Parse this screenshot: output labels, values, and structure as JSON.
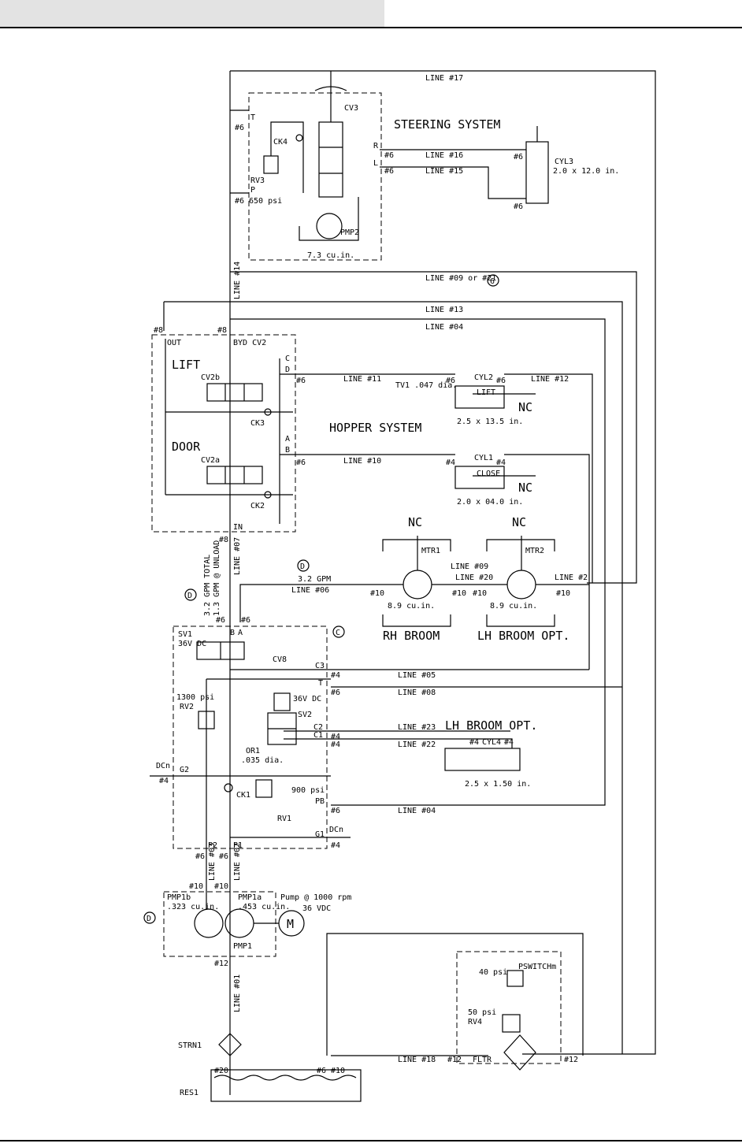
{
  "lines": {
    "l17": "LINE #17",
    "l16": "LINE #16",
    "l15": "LINE #15",
    "l14": "LINE #14",
    "l09_21": "LINE #09 or #21",
    "l13": "LINE #13",
    "l04a": "LINE #04",
    "l11": "LINE #11",
    "l12": "LINE #12",
    "l10": "LINE #10",
    "l07": "LINE #07",
    "l06": "LINE #06",
    "l09": "LINE #09",
    "l20": "LINE #20",
    "l2": "LINE #2",
    "l05": "LINE #05",
    "l08": "LINE #08",
    "l23": "LINE #23",
    "l22": "LINE #22",
    "l04b": "LINE #04",
    "l03": "LINE #03",
    "l02": "LINE #02",
    "l01": "LINE #01",
    "l18": "LINE #18"
  },
  "steering": {
    "title": "STEERING SYSTEM",
    "cv3": "CV3",
    "ck4": "CK4",
    "rv3": "RV3",
    "psi": "650 psi",
    "pmp2": "PMP2",
    "disp": "7.3 cu.in.",
    "t": "T",
    "p": "P",
    "r": "R",
    "l": "L",
    "cyl3": "CYL3",
    "cyl3_size": "2.0 x 12.0 in."
  },
  "hopper": {
    "title": "HOPPER SYSTEM",
    "out": "OUT",
    "byd": "BYD CV2",
    "lift": "LIFT",
    "door": "DOOR",
    "cv2b": "CV2b",
    "cv2a": "CV2a",
    "ck3": "CK3",
    "ck2": "CK2",
    "in": "IN",
    "c": "C",
    "d": "D",
    "a": "A",
    "b": "B",
    "tv1": "TV1 .047 dia.",
    "cyl2": "CYL2",
    "lift_lbl": "LIFT",
    "nc": "NC",
    "cyl2_size": "2.5 x 13.5 in.",
    "cyl1": "CYL1",
    "close": "CLOSE",
    "cyl1_size": "2.0 x 04.0 in."
  },
  "broom": {
    "mtr1": "MTR1",
    "mtr2": "MTR2",
    "disp": "8.9 cu.in.",
    "rh": "RH BROOM",
    "lh": "LH BROOM OPT.",
    "gpm32": "3.2 GPM",
    "total": "3.2 GPM TOTAL",
    "unload": "1.3 GPM @ UNLOAD"
  },
  "valve": {
    "sv1": "SV1",
    "v36": "36V DC",
    "cv8": "CV8",
    "b": "B",
    "a": "A",
    "c3": "C3",
    "t": "T",
    "psi1300": "1300 psi",
    "rv2": "RV2",
    "sv2": "SV2",
    "c2": "C2",
    "c1": "C1",
    "or1": "OR1",
    "or1dia": ".035 dia.",
    "g2": "G2",
    "dcn": "DCn",
    "ck1": "CK1",
    "psi900": "900 psi",
    "pb": "PB",
    "rv1": "RV1",
    "g1": "G1",
    "p2": "P2",
    "p1": "P1",
    "lhopt": "LH BROOM OPT.",
    "cyl4": "CYL4",
    "cyl4_size": "2.5 x 1.50 in."
  },
  "pump": {
    "pmp1b": "PMP1b",
    "pmp1b_disp": ".323 cu.in.",
    "pmp1a": "PMP1a",
    "pmp1a_disp": ".453 cu.in.",
    "speed": "Pump @ 1000 rpm",
    "volt": "36 VDC",
    "pmp1": "PMP1",
    "motor": "M"
  },
  "tank": {
    "strn1": "STRN1",
    "res1": "RES1",
    "pswitch": "PSWITCHm",
    "psi40": "40 psi",
    "psi50": "50 psi",
    "rv4": "RV4",
    "fltr": "FLTR"
  },
  "ports": {
    "n4": "#4",
    "n6": "#6",
    "n8": "#8",
    "n10": "#10",
    "n12": "#12",
    "n20": "#20"
  },
  "callouts": {
    "d": "D",
    "c": "C",
    "six": "6"
  }
}
